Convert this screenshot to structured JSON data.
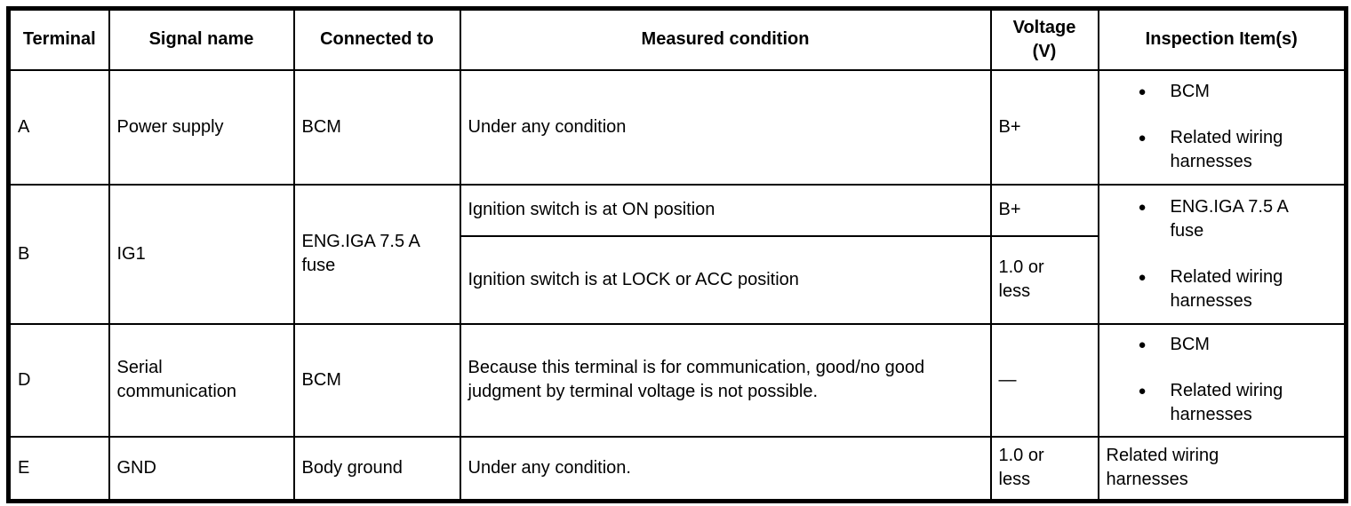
{
  "icons": {
    "bullet": "●"
  },
  "header": {
    "terminal": "Terminal",
    "signal_name": "Signal name",
    "connected_to": "Connected to",
    "measured_condition": "Measured condition",
    "voltage": "Voltage (V)",
    "inspection": "Inspection Item(s)"
  },
  "rows": {
    "a": {
      "terminal": "A",
      "signal_name": "Power supply",
      "connected_to": "BCM",
      "measured_condition": "Under any condition",
      "voltage": "B+",
      "inspection": [
        "BCM",
        "Related wiring harnesses"
      ]
    },
    "b": {
      "terminal": "B",
      "signal_name": "IG1",
      "connected_to": "ENG.IGA 7.5 A fuse",
      "conditions": [
        {
          "measured_condition": "Ignition switch is at ON position",
          "voltage": "B+"
        },
        {
          "measured_condition": "Ignition switch is at LOCK or ACC position",
          "voltage": "1.0 or less"
        }
      ],
      "inspection": [
        "ENG.IGA 7.5 A fuse",
        "Related wiring harnesses"
      ]
    },
    "d": {
      "terminal": "D",
      "signal_name": "Serial communication",
      "connected_to": "BCM",
      "measured_condition": "Because this terminal is for communication, good/no good judgment by terminal voltage is not possible.",
      "voltage": "—",
      "inspection": [
        "BCM",
        "Related wiring harnesses"
      ]
    },
    "e": {
      "terminal": "E",
      "signal_name": "GND",
      "connected_to": "Body ground",
      "measured_condition": "Under any condition.",
      "voltage": "1.0 or less",
      "inspection": "Related wiring harnesses"
    }
  }
}
